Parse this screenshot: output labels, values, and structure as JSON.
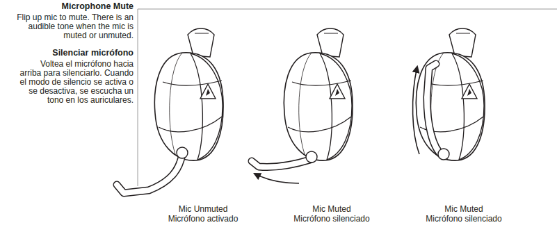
{
  "diagram": {
    "labels": [
      "Microphone Mute",
      "Flip up mic to mute. There is an audible tone when the mic is muted or unmuted.",
      "Silenciar micrófono",
      "Voltea el micrófono hacia arriba para silenciarlo. Cuando el modo de silencio se activa o se desactiva, se escucha un tono en los auriculares.",
      "Mic Unmuted",
      "Micrófono activado",
      "Mic Muted",
      "Micrófono silenciado",
      "Mic Muted",
      "Micrófono silenciado"
    ]
  }
}
